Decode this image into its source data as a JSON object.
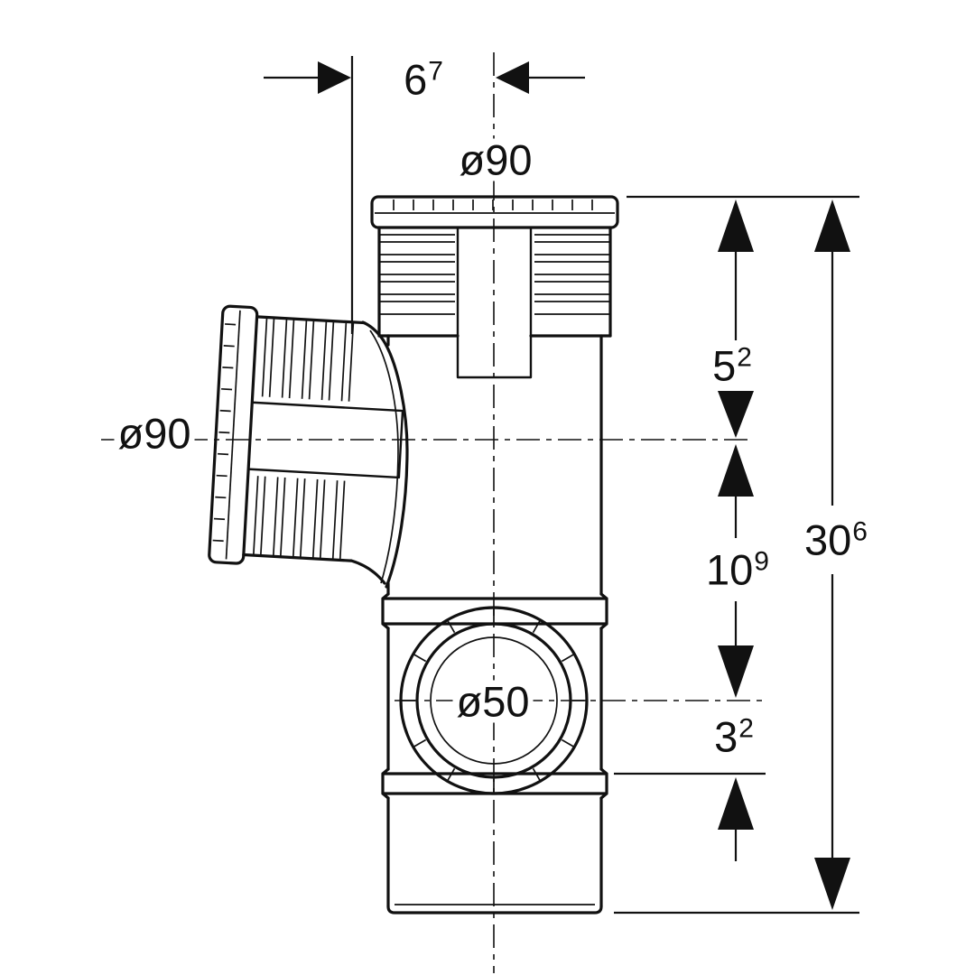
{
  "drawing": {
    "background_color": "#ffffff",
    "line_color": "#111111",
    "labels": {
      "top_diameter": "ø90",
      "left_diameter": "ø90",
      "side_diameter": "ø50"
    },
    "dimensions": {
      "top_width": {
        "value": "6",
        "sup": "7"
      },
      "upper_height": {
        "value": "5",
        "sup": "2"
      },
      "middle_height": {
        "value": "10",
        "sup": "9"
      },
      "lower_height": {
        "value": "3",
        "sup": "2"
      },
      "total_height": {
        "value": "30",
        "sup": "6"
      }
    }
  }
}
